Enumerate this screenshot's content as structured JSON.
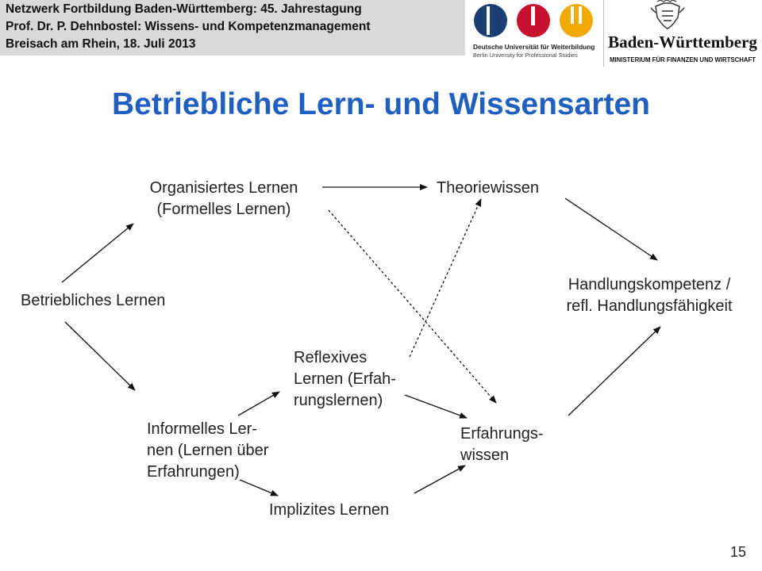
{
  "header": {
    "line1": "Netzwerk Fortbildung Baden-Württemberg: 45. Jahrestagung",
    "line2": "Prof. Dr. P. Dehnbostel: Wissens- und Kompetenzmanagement",
    "line3": "Breisach am Rhein, 18. Juli 2013"
  },
  "logos": {
    "dual": {
      "name": "Deutsche Universität für Weiterbildung",
      "subtitle": "Berlin University for Professional Studies",
      "colors": [
        "#1b3f73",
        "#c8102e",
        "#f2a900"
      ]
    },
    "bw": {
      "name": "Baden-Württemberg",
      "ministry": "MINISTERIUM FÜR FINANZEN UND WIRTSCHAFT"
    }
  },
  "title": "Betriebliche Lern- und Wissensarten",
  "nodes": {
    "betrieblich": "Betriebliches Lernen",
    "organisiert": [
      "Organisiertes Lernen",
      "(Formelles Lernen)"
    ],
    "informell": [
      "Informelles Ler-",
      "nen (Lernen über",
      "Erfahrungen)"
    ],
    "reflexiv": [
      "Reflexives",
      "Lernen (Erfah-",
      "rungslernen)"
    ],
    "implizit": "Implizites Lernen",
    "theorie": "Theoriewissen",
    "erfahrung": [
      "Erfahrungs-",
      "wissen"
    ],
    "kompetenz": [
      "Handlungskompetenz /",
      "refl. Handlungsfähigkeit"
    ]
  },
  "page_number": "15",
  "colors": {
    "title": "#1f5fbf",
    "header_bg": "#d9d9d9",
    "arrow": "#111111"
  }
}
